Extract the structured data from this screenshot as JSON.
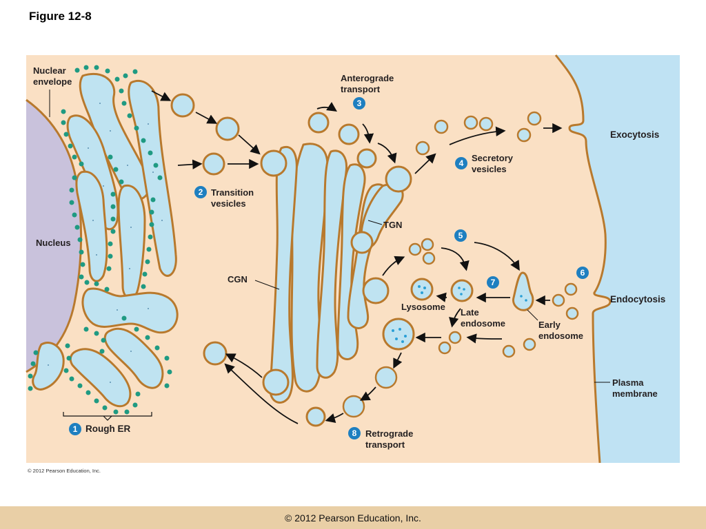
{
  "slide": {
    "title": "Figure 12-8",
    "footer": "© 2012 Pearson Education, Inc."
  },
  "figure": {
    "copyright": "© 2012 Pearson Education, Inc.",
    "colors": {
      "cytoplasm": "#fae0c4",
      "extracellular": "#bfe2f3",
      "nucleus": "#c9c2dc",
      "membrane": "#b8792d",
      "lumen": "#bfe3f1",
      "ribosome": "#1f9a82",
      "step_circle": "#1e7fc0"
    },
    "labels": {
      "nuclear_envelope": "Nuclear\nenvelope",
      "nucleus": "Nucleus",
      "rough_er": "Rough ER",
      "transition_vesicles": "Transition\nvesicles",
      "cgn": "CGN",
      "tgn": "TGN",
      "anterograde": "Anterograde\ntransport",
      "secretory_vesicles": "Secretory\nvesicles",
      "exocytosis": "Exocytosis",
      "endocytosis": "Endocytosis",
      "lysosome": "Lysosome",
      "late_endosome": "Late\nendosome",
      "early_endosome": "Early\nendosome",
      "plasma_membrane": "Plasma\nmembrane",
      "retrograde": "Retrograde\ntransport"
    },
    "steps": [
      "1",
      "2",
      "3",
      "4",
      "5",
      "6",
      "7",
      "8"
    ]
  }
}
